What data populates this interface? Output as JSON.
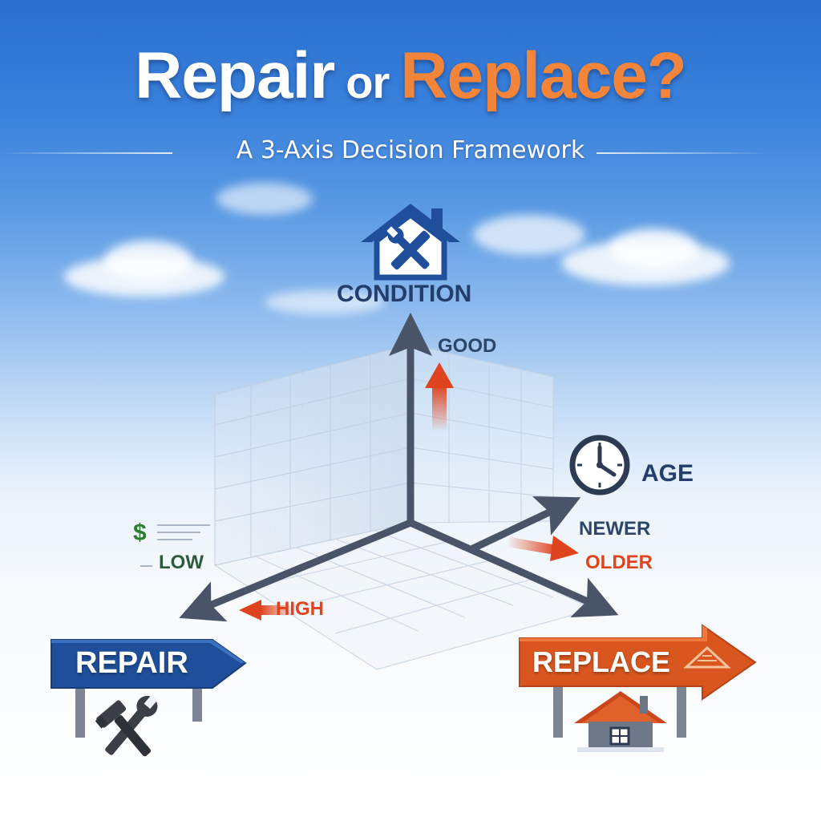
{
  "title": {
    "part1": "Repair",
    "part2": "or",
    "part3": "Replace?"
  },
  "subtitle": "A 3-Axis Decision Framework",
  "axes": {
    "condition": {
      "label": "CONDITION",
      "high": "GOOD",
      "icon": "house-tools-icon"
    },
    "age": {
      "label": "AGE",
      "newer": "NEWER",
      "older": "OLDER",
      "icon": "clock-icon"
    },
    "cost": {
      "symbol": "$",
      "low": "LOW",
      "high": "HIGH"
    }
  },
  "outcomes": {
    "repair": {
      "label": "REPAIR",
      "icon": "hammer-wrench-icon"
    },
    "replace": {
      "label": "REPLACE",
      "icon": "house-icon"
    }
  },
  "colors": {
    "sky_top": "#2a6fcf",
    "title_accent": "#f2853a",
    "repair_blue": "#1f4f9a",
    "replace_orange": "#d9561f",
    "axis_navy": "#233e6b",
    "hot_red": "#e0441f",
    "money_green": "#2e7d32"
  }
}
